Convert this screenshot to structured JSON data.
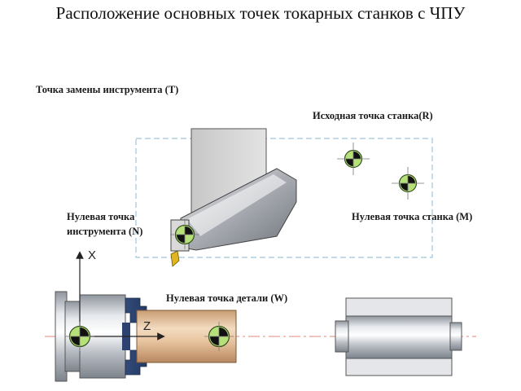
{
  "title": "Расположение основных точек токарных станков с ЧПУ",
  "labels": {
    "tool_change_point": "Точка замены инструмента (T)",
    "machine_reference_point": "Исходная точка станка(R)",
    "tool_zero_point_line1": "Нулевая точка",
    "tool_zero_point_line2": "инструмента (N)",
    "machine_zero_point": "Нулевая точка станка (M)",
    "workpiece_zero_point": "Нулевая точка детали (W)"
  },
  "axes": {
    "x": "X",
    "z": "Z"
  },
  "colors": {
    "marker_green": "#b5e07a",
    "marker_black": "#111111",
    "workpiece": "#e2c09a",
    "steel": "#c9cdd3",
    "dashed_frame": "#9fc4dc",
    "centerline": "#e08a7a"
  },
  "icons": {
    "zero_point_marker": "quartered-circle-icon"
  }
}
